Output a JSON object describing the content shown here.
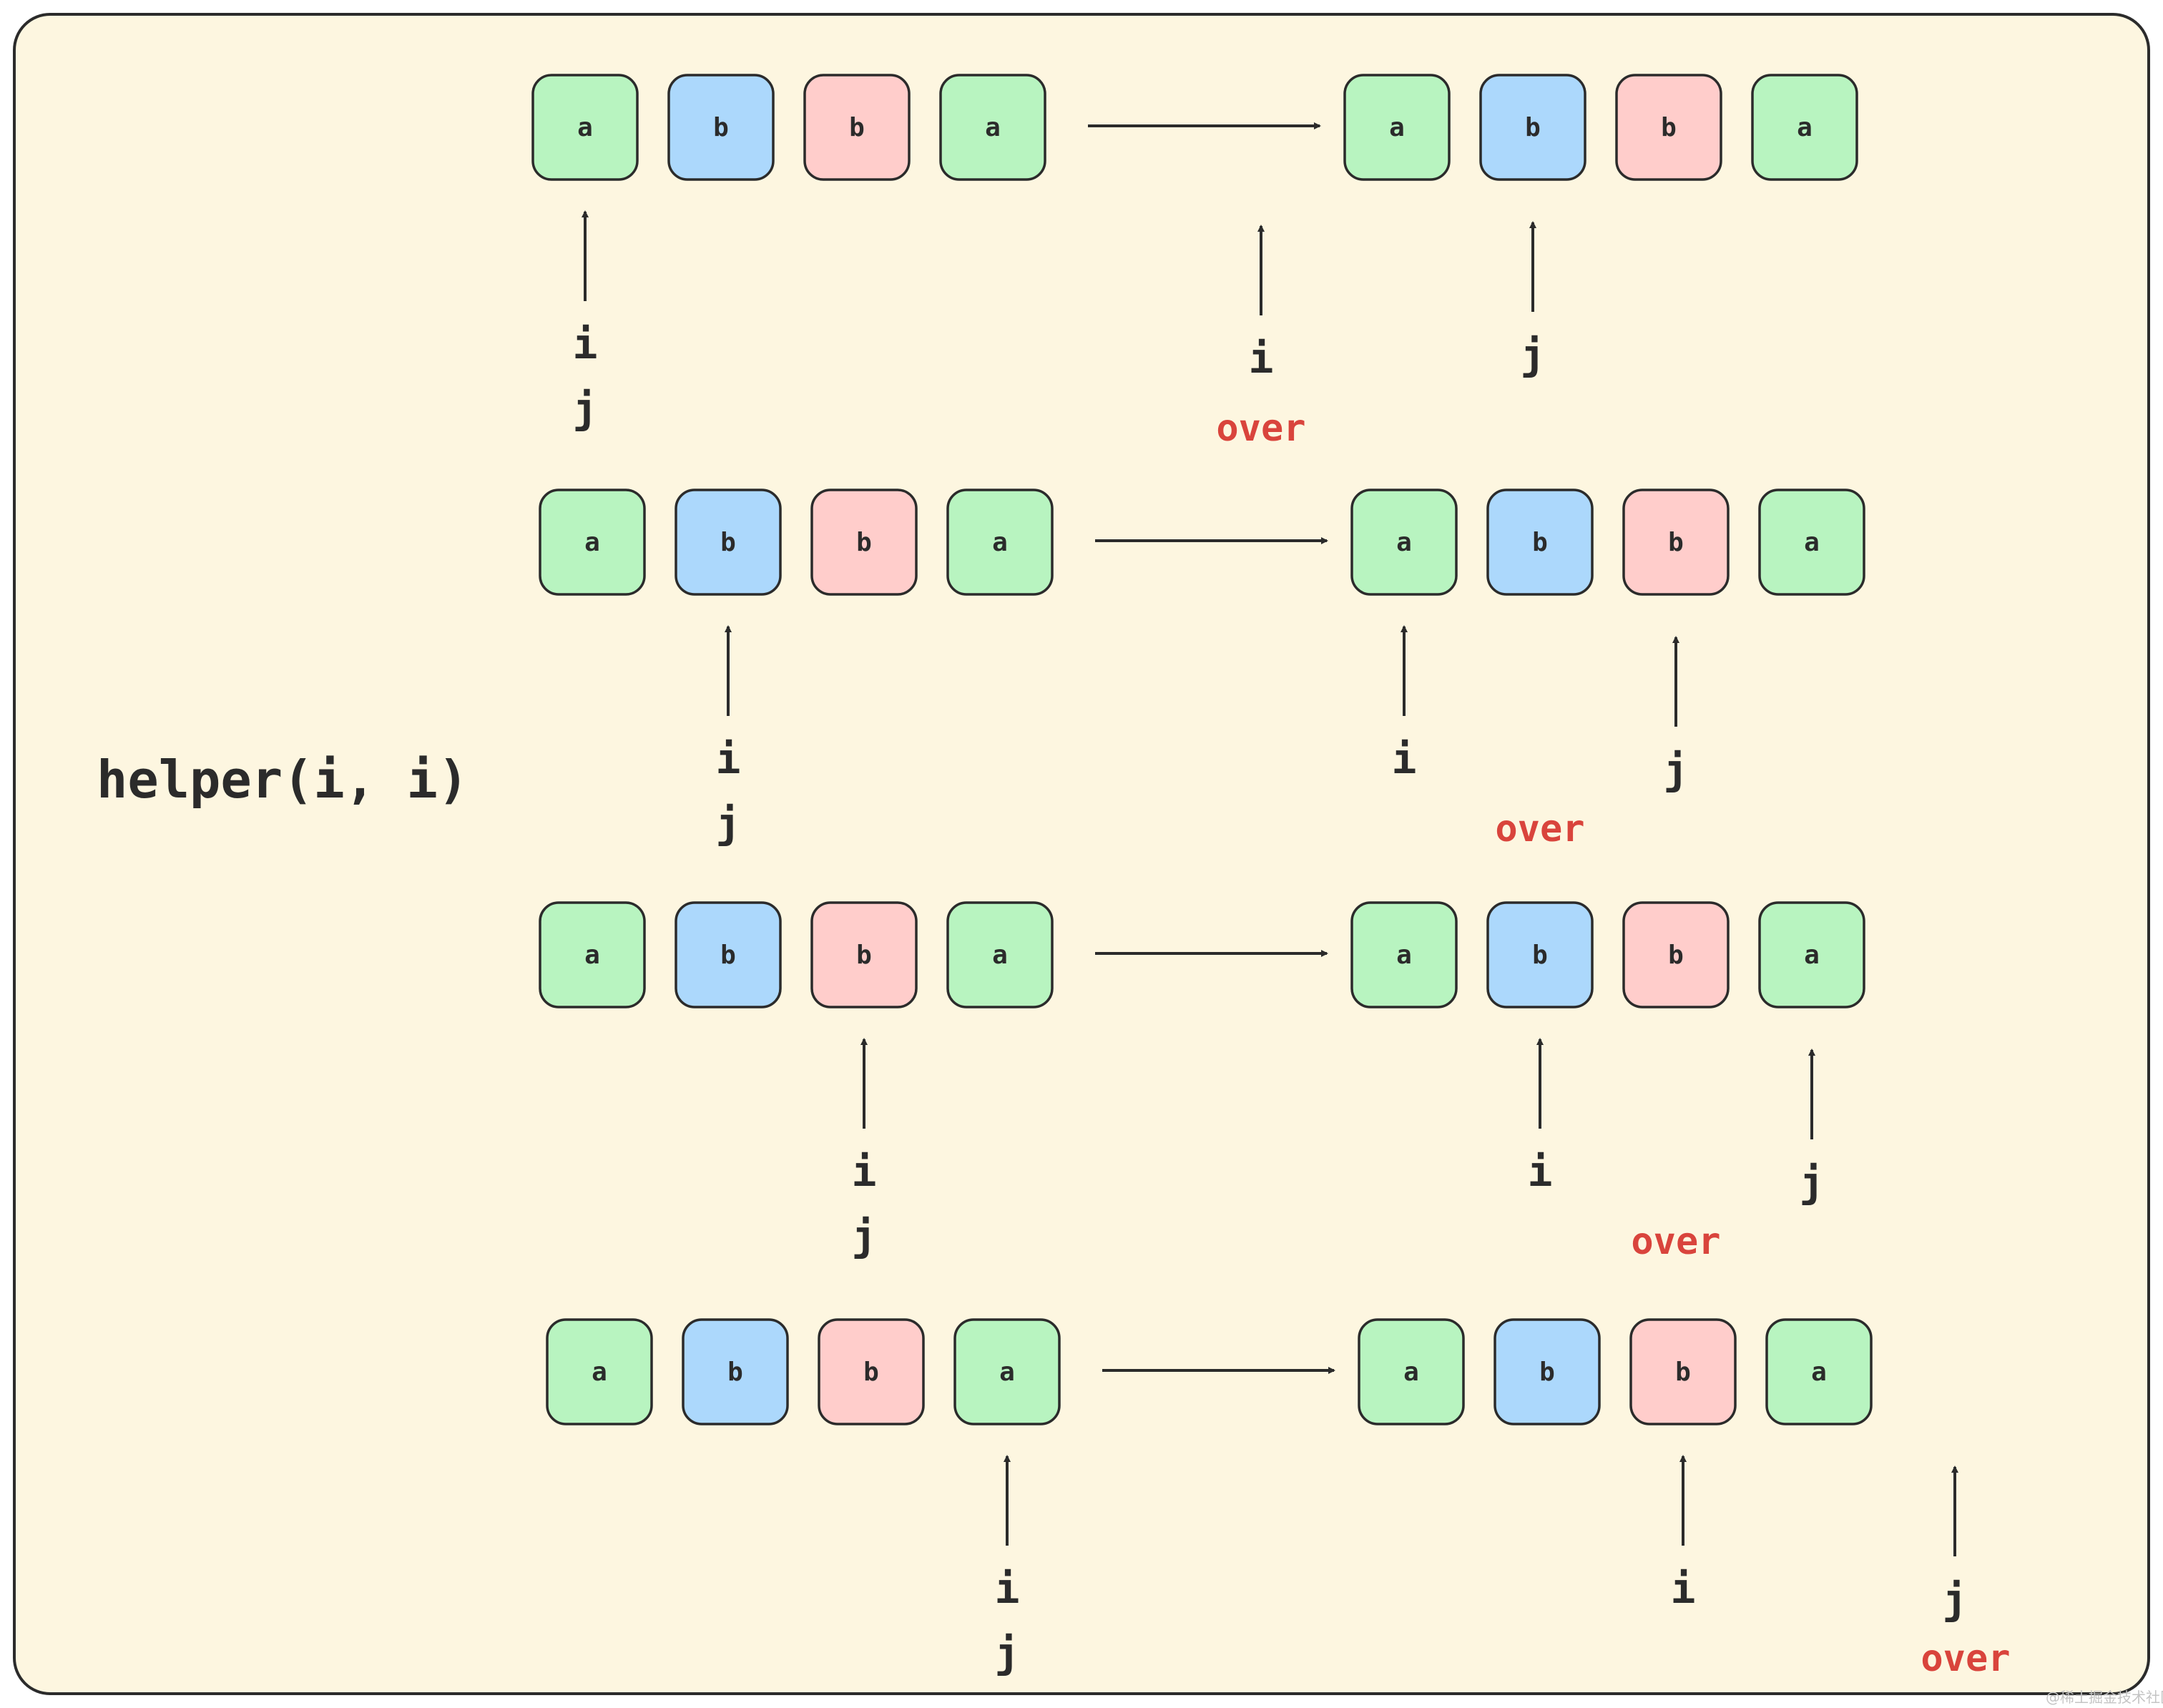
{
  "title": "helper(i, i)",
  "watermark": "@稀土掘金技术社区",
  "colors": {
    "background": "#fdf6e0",
    "border": "#2b2b2b",
    "green": "#b8f4c0",
    "blue": "#acd8fc",
    "pink": "#ffcdcb",
    "over": "#d9443c"
  },
  "cells": [
    {
      "letter": "a",
      "color": "green"
    },
    {
      "letter": "b",
      "color": "blue"
    },
    {
      "letter": "b",
      "color": "pink"
    },
    {
      "letter": "a",
      "color": "green"
    }
  ],
  "rows": [
    {
      "before": {
        "pointers": [
          {
            "at": 0,
            "labels": [
              "i",
              "j"
            ]
          }
        ]
      },
      "after": {
        "pointers": [
          {
            "at": -1,
            "labels": [
              "i"
            ]
          },
          {
            "at": 1,
            "labels": [
              "j"
            ]
          }
        ],
        "over_label": "over"
      }
    },
    {
      "before": {
        "pointers": [
          {
            "at": 1,
            "labels": [
              "i",
              "j"
            ]
          }
        ]
      },
      "after": {
        "pointers": [
          {
            "at": 0,
            "labels": [
              "i"
            ]
          },
          {
            "at": 2,
            "labels": [
              "j"
            ]
          }
        ],
        "over_label": "over"
      }
    },
    {
      "before": {
        "pointers": [
          {
            "at": 2,
            "labels": [
              "i",
              "j"
            ]
          }
        ]
      },
      "after": {
        "pointers": [
          {
            "at": 1,
            "labels": [
              "i"
            ]
          },
          {
            "at": 3,
            "labels": [
              "j"
            ]
          }
        ],
        "over_label": "over"
      }
    },
    {
      "before": {
        "pointers": [
          {
            "at": 3,
            "labels": [
              "i",
              "j"
            ]
          }
        ]
      },
      "after": {
        "pointers": [
          {
            "at": 2,
            "labels": [
              "i"
            ]
          },
          {
            "at": 4,
            "labels": [
              "j"
            ]
          }
        ],
        "over_label": "over"
      }
    }
  ]
}
